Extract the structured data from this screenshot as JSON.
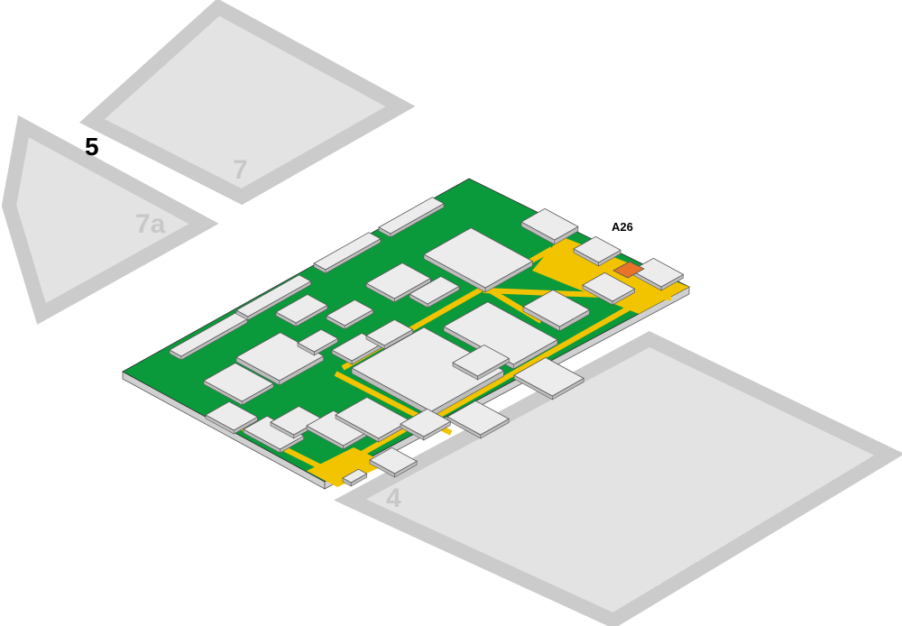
{
  "halls": {
    "hall_7": {
      "label": "7"
    },
    "hall_7a": {
      "label": "7a"
    },
    "hall_4": {
      "label": "4"
    },
    "hall_5": {
      "label": "5"
    }
  },
  "stands": {
    "a26": {
      "label": "A26"
    }
  },
  "colors": {
    "outline": "#cbcbcb",
    "outline_fill": "#e3e3e3",
    "hall_number": "#c8c8c8",
    "green_area": "#0b9a3b",
    "yellow_aisle": "#f2c400",
    "highlight_stand": "#e8742a",
    "booth_top": "#ececec",
    "booth_side": "#bdbdbd"
  }
}
